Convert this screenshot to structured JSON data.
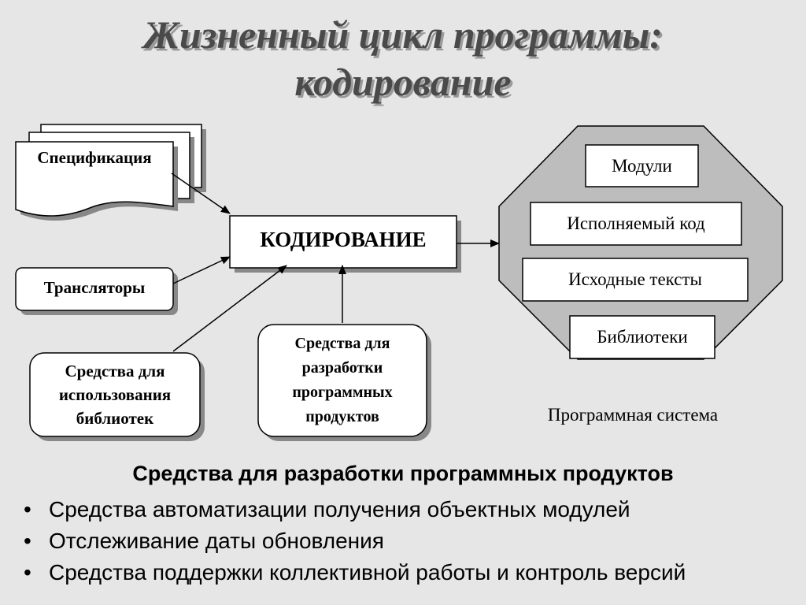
{
  "title": {
    "line1": "Жизненный цикл программы:",
    "line2": "кодирование"
  },
  "diagram": {
    "center": "КОДИРОВАНИЕ",
    "inputs": {
      "specification": "Спецификация",
      "translators": "Трансляторы",
      "library_tools": "Средства для использования библиотек",
      "dev_tools": "Средства для разработки программных продуктов"
    },
    "system": {
      "items": [
        "Модули",
        "Исполняемый код",
        "Исходные тексты",
        "Библиотеки"
      ],
      "caption": "Программная система"
    }
  },
  "section": {
    "heading": "Средства для разработки программных продуктов",
    "bullets": [
      "Средства автоматизации получения объектных модулей",
      "Отслеживание даты обновления",
      "Средства поддержки коллективной работы и контроль версий"
    ]
  }
}
